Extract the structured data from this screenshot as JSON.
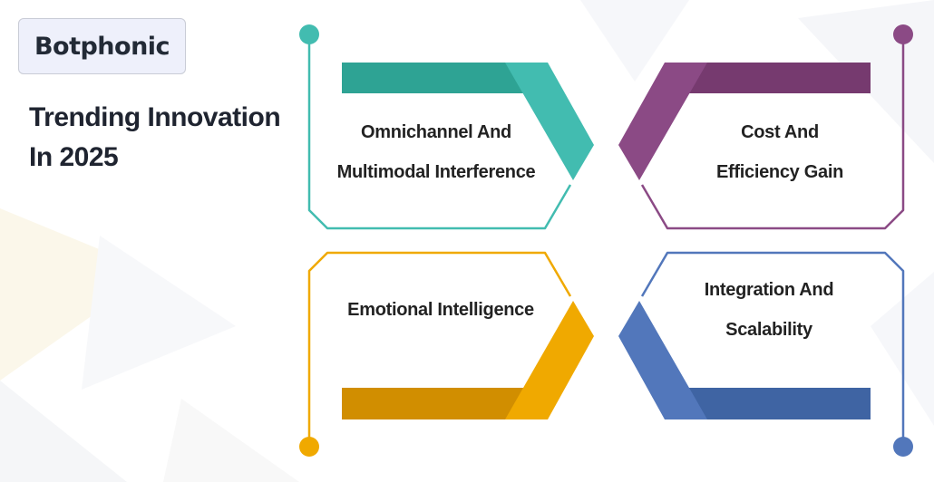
{
  "brand": {
    "name": "Botphonic"
  },
  "heading": {
    "line1": "Trending Innovation",
    "line2": "In 2025"
  },
  "cards": [
    {
      "line1": "Omnichannel And",
      "line2": "Multimodal Interference",
      "color": "#42bcb0",
      "dark": "#2ea394"
    },
    {
      "line1": "Cost And",
      "line2": "Efficiency Gain",
      "color": "#8b4a85",
      "dark": "#763a6f"
    },
    {
      "line1": "Emotional Intelligence",
      "color": "#f0a900",
      "dark": "#d18e00"
    },
    {
      "line1": "Integration And",
      "line2": "Scalability",
      "color": "#5277bb",
      "dark": "#3f64a3"
    }
  ]
}
